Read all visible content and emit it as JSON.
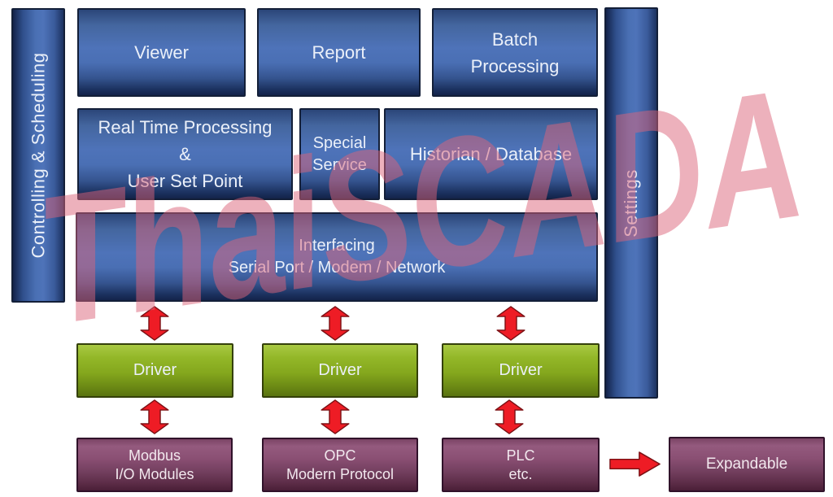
{
  "watermark": {
    "text": "ThaiSCADA"
  },
  "left_bar": {
    "label": "Controlling & Scheduling"
  },
  "right_bar": {
    "label": "Settings"
  },
  "boxes": {
    "viewer": {
      "label": "Viewer"
    },
    "report": {
      "label": "Report"
    },
    "batch": {
      "line1": "Batch",
      "line2": "Processing"
    },
    "realtime": {
      "line1": "Real Time Processing",
      "line2": "&",
      "line3": "User Set Point"
    },
    "special": {
      "line1": "Special",
      "line2": "Service"
    },
    "historian": {
      "label": "Historian / Database"
    },
    "interfacing": {
      "line1": "Interfacing",
      "line2": "Serial Port / Modem / Network"
    }
  },
  "drivers": [
    {
      "label": "Driver"
    },
    {
      "label": "Driver"
    },
    {
      "label": "Driver"
    }
  ],
  "endpoints": [
    {
      "line1": "Modbus",
      "line2": "I/O Modules"
    },
    {
      "line1": "OPC",
      "line2": "Modern Protocol"
    },
    {
      "line1": "PLC",
      "line2": "etc."
    }
  ],
  "expandable": {
    "label": "Expandable"
  },
  "colors": {
    "box_blue": "#4d72b8",
    "box_green": "#8fb323",
    "box_purple": "#8a4f73",
    "arrow_red": "#ee1c25",
    "arrow_outline": "#7a1014",
    "watermark_pink": "#db6479"
  }
}
